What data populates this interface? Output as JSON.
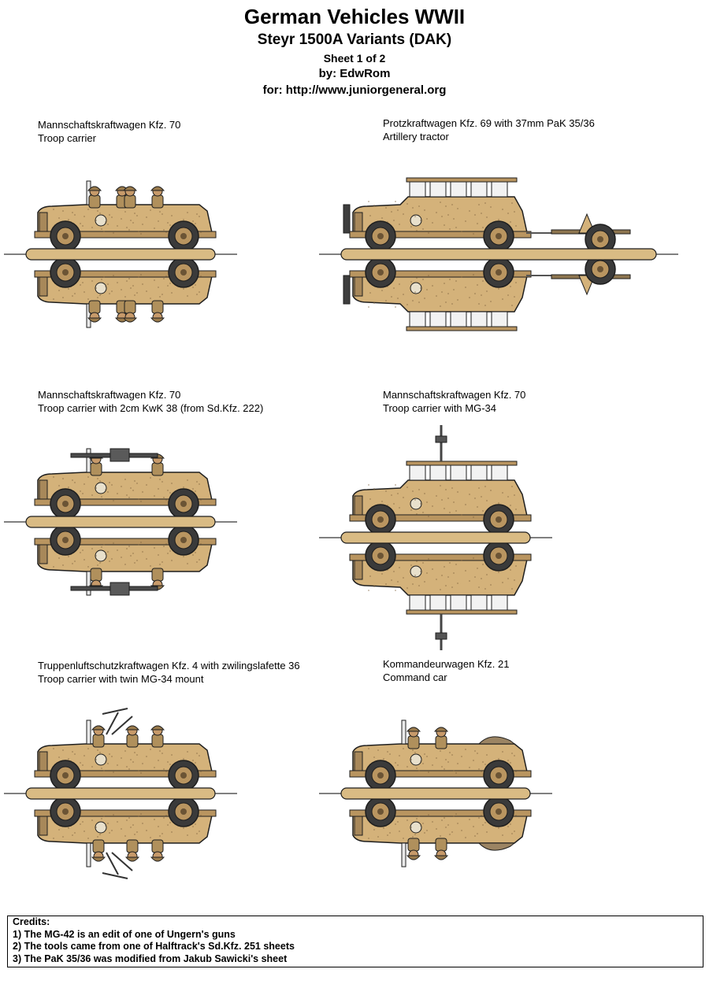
{
  "header": {
    "title": "German Vehicles WWII",
    "subtitle": "Steyr 1500A Variants (DAK)",
    "sheet": "Sheet 1 of 2",
    "author": "by: EdwRom",
    "site": "for: http://www.juniorgeneral.org"
  },
  "vehicles": [
    {
      "name": "Mannschaftskraftwagen Kfz. 70",
      "role": "Troop carrier"
    },
    {
      "name": "Protzkraftwagen Kfz. 69 with 37mm PaK 35/36",
      "role": "Artillery tractor"
    },
    {
      "name": "Mannschaftskraftwagen Kfz. 70",
      "role": "Troop carrier with 2cm KwK 38 (from Sd.Kfz. 222)"
    },
    {
      "name": "Mannschaftskraftwagen Kfz. 70",
      "role": "Troop carrier with MG-34"
    },
    {
      "name": "Truppenluftschutzkraftwagen Kfz. 4 with zwilingslafette 36",
      "role": "Troop carrier with twin MG-34 mount"
    },
    {
      "name": "Kommandeurwagen Kfz. 21",
      "role": "Command car"
    }
  ],
  "credits": {
    "heading": "Credits:",
    "lines": [
      "1) The MG-42 is an edit of one of Ungern's guns",
      "2) The tools came from one of Halftrack's Sd.Kfz. 251 sheets",
      "3) The PaK 35/36 was modified from Jakub Sawicki's sheet"
    ]
  },
  "colors": {
    "body": "#d4b27a",
    "body_dark": "#b99560",
    "base": "#d9bb84",
    "wheel": "#3a3a3a",
    "outline": "#1e1e1e"
  }
}
